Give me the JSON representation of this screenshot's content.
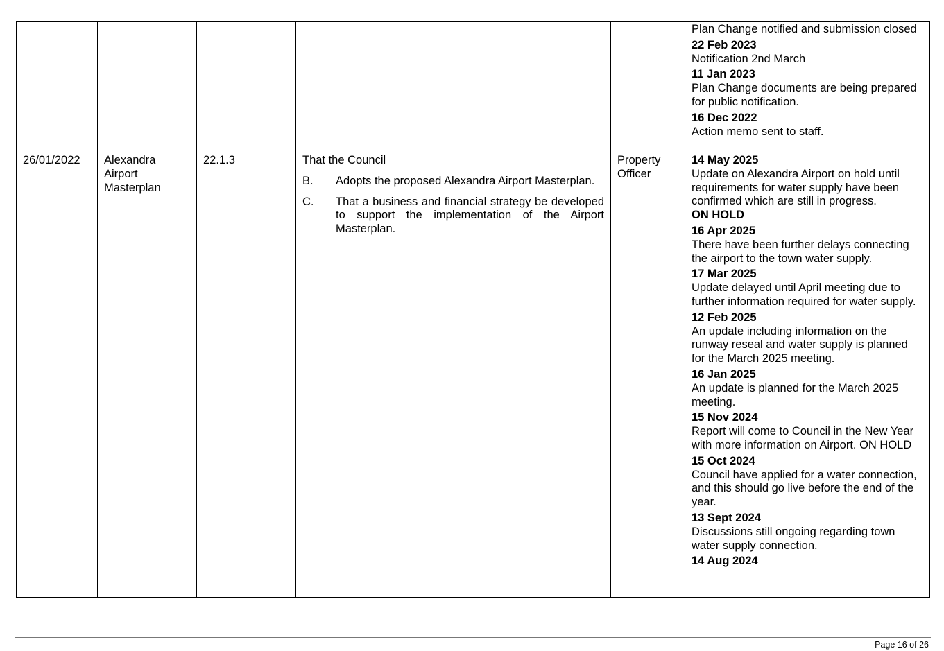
{
  "table": {
    "row1": {
      "date": "",
      "title": "",
      "ref": "",
      "resolution_intro": "",
      "officer": "",
      "updates": [
        {
          "date": "",
          "text": "Plan Change notified and submission closed"
        },
        {
          "date": "22 Feb 2023",
          "text": "Notification 2nd March"
        },
        {
          "date": "11 Jan 2023",
          "text": "Plan Change documents are being prepared for public notification."
        },
        {
          "date": "16 Dec 2022",
          "text": "Action memo sent to staff."
        }
      ]
    },
    "row2": {
      "date": "26/01/2022",
      "title": "Alexandra Airport Masterplan",
      "ref": "22.1.3",
      "resolution_intro": "That the Council",
      "resolution_items": [
        {
          "label": "B.",
          "text": "Adopts the proposed Alexandra Airport Masterplan."
        },
        {
          "label": "C.",
          "text": "That a business and financial strategy be developed to support the implementation of the Airport Masterplan."
        }
      ],
      "officer": "Property Officer",
      "updates": [
        {
          "date": "14 May 2025",
          "text": "Update on Alexandra Airport on hold until requirements for water supply have been confirmed which are still in progress.",
          "bold_note": "ON HOLD"
        },
        {
          "date": "16 Apr 2025",
          "text": "There have been further delays connecting the airport to the town water supply."
        },
        {
          "date": "17 Mar 2025",
          "text": "Update delayed until April meeting due to further information required for water supply."
        },
        {
          "date": "12 Feb 2025",
          "text": "An update including information on the runway reseal and water supply is planned for the March 2025 meeting."
        },
        {
          "date": "16 Jan 2025",
          "text": "An update is planned for the March 2025 meeting."
        },
        {
          "date": "15 Nov 2024",
          "text": "Report will come to Council in the New Year with more information on Airport. ON HOLD"
        },
        {
          "date": "15 Oct 2024",
          "text": "Council have applied for a water connection, and this should go live before the end of the year."
        },
        {
          "date": "13 Sept 2024",
          "text": "Discussions still ongoing regarding town water supply connection."
        },
        {
          "date": "14 Aug 2024",
          "text": ""
        }
      ]
    }
  },
  "footer": {
    "page_label": "Page 16 of 26"
  }
}
